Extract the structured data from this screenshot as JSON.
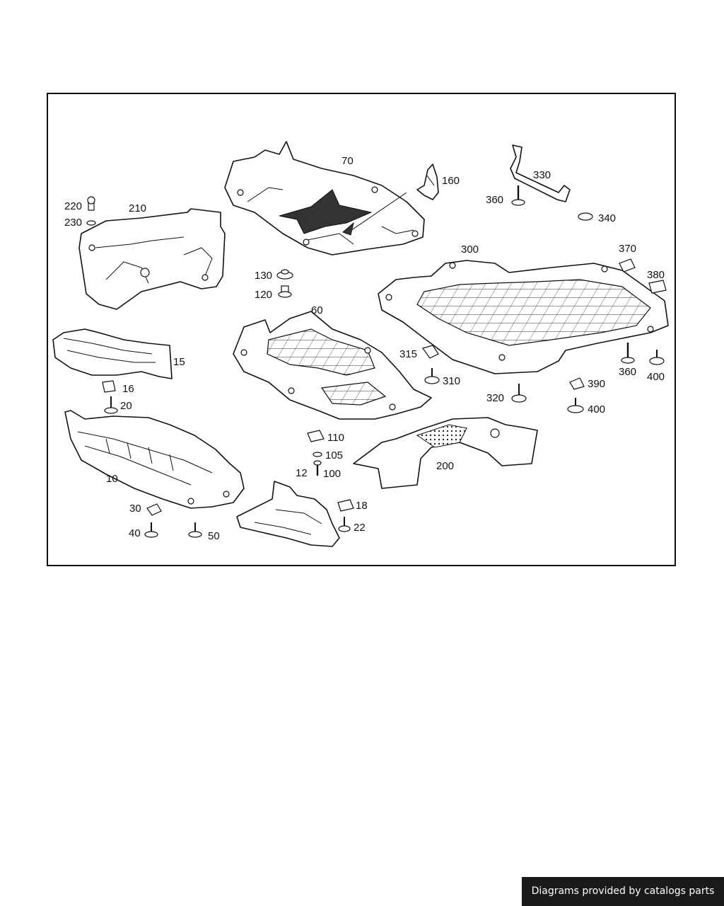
{
  "footer": {
    "text": "Diagrams provided by catalogs parts"
  },
  "callouts": {
    "c10": "10",
    "c12": "12",
    "c15": "15",
    "c16": "16",
    "c18": "18",
    "c20": "20",
    "c22": "22",
    "c30": "30",
    "c40": "40",
    "c50": "50",
    "c60": "60",
    "c70": "70",
    "c100": "100",
    "c105": "105",
    "c110": "110",
    "c120": "120",
    "c130": "130",
    "c160": "160",
    "c200": "200",
    "c210": "210",
    "c220": "220",
    "c230": "230",
    "c300": "300",
    "c310": "310",
    "c315": "315",
    "c320": "320",
    "c330": "330",
    "c340": "340",
    "c360a": "360",
    "c360b": "360",
    "c370": "370",
    "c380": "380",
    "c390": "390",
    "c400a": "400",
    "c400b": "400"
  }
}
